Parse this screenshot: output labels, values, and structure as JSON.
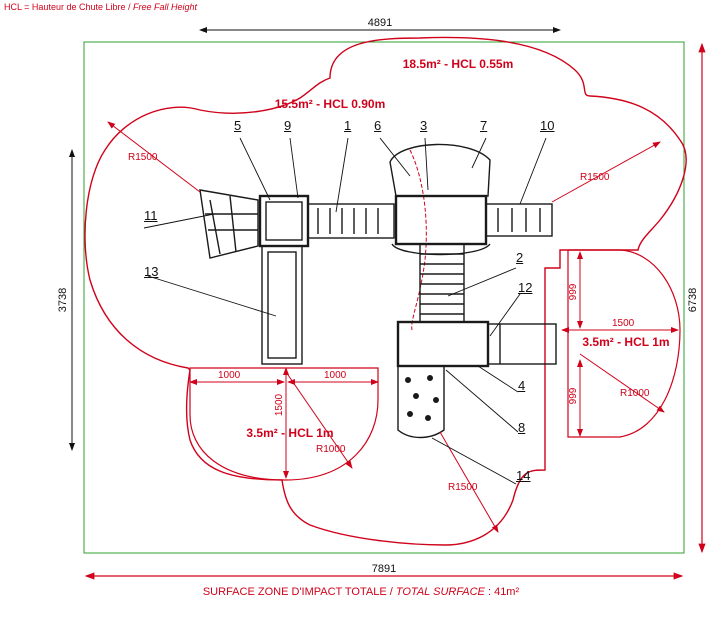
{
  "header": {
    "legend_fr": "HCL = Hauteur de Chute Libre / ",
    "legend_en": "Free Fall Height"
  },
  "footer": {
    "label_fr": "SURFACE ZONE D'IMPACT TOTALE / ",
    "label_en": "TOTAL SURFACE",
    "value": " : 41m²"
  },
  "dimensions": {
    "top": "4891",
    "bottom": "7891",
    "left": "3738",
    "right": "6738",
    "r1500_a": "R1500",
    "r1500_b": "R1500",
    "r1500_c": "R1500",
    "r1000_a": "R1000",
    "r1000_b": "R1000",
    "w1000_a": "1000",
    "w1000_b": "1000",
    "h1500": "1500",
    "w1500": "1500",
    "h999_a": "999",
    "h999_b": "999"
  },
  "zones": {
    "z1": "18.5m² - HCL 0.55m",
    "z2": "15.5m² - HCL 0.90m",
    "z3": "3.5m² - HCL 1m",
    "z4": "3.5m² - HCL 1m"
  },
  "callouts": [
    "1",
    "2",
    "3",
    "4",
    "5",
    "6",
    "7",
    "8",
    "9",
    "10",
    "11",
    "12",
    "13",
    "14"
  ],
  "colors": {
    "dimension": "#d0021b",
    "boundary": "#2ca02c",
    "drawing": "#1a1a1a"
  }
}
